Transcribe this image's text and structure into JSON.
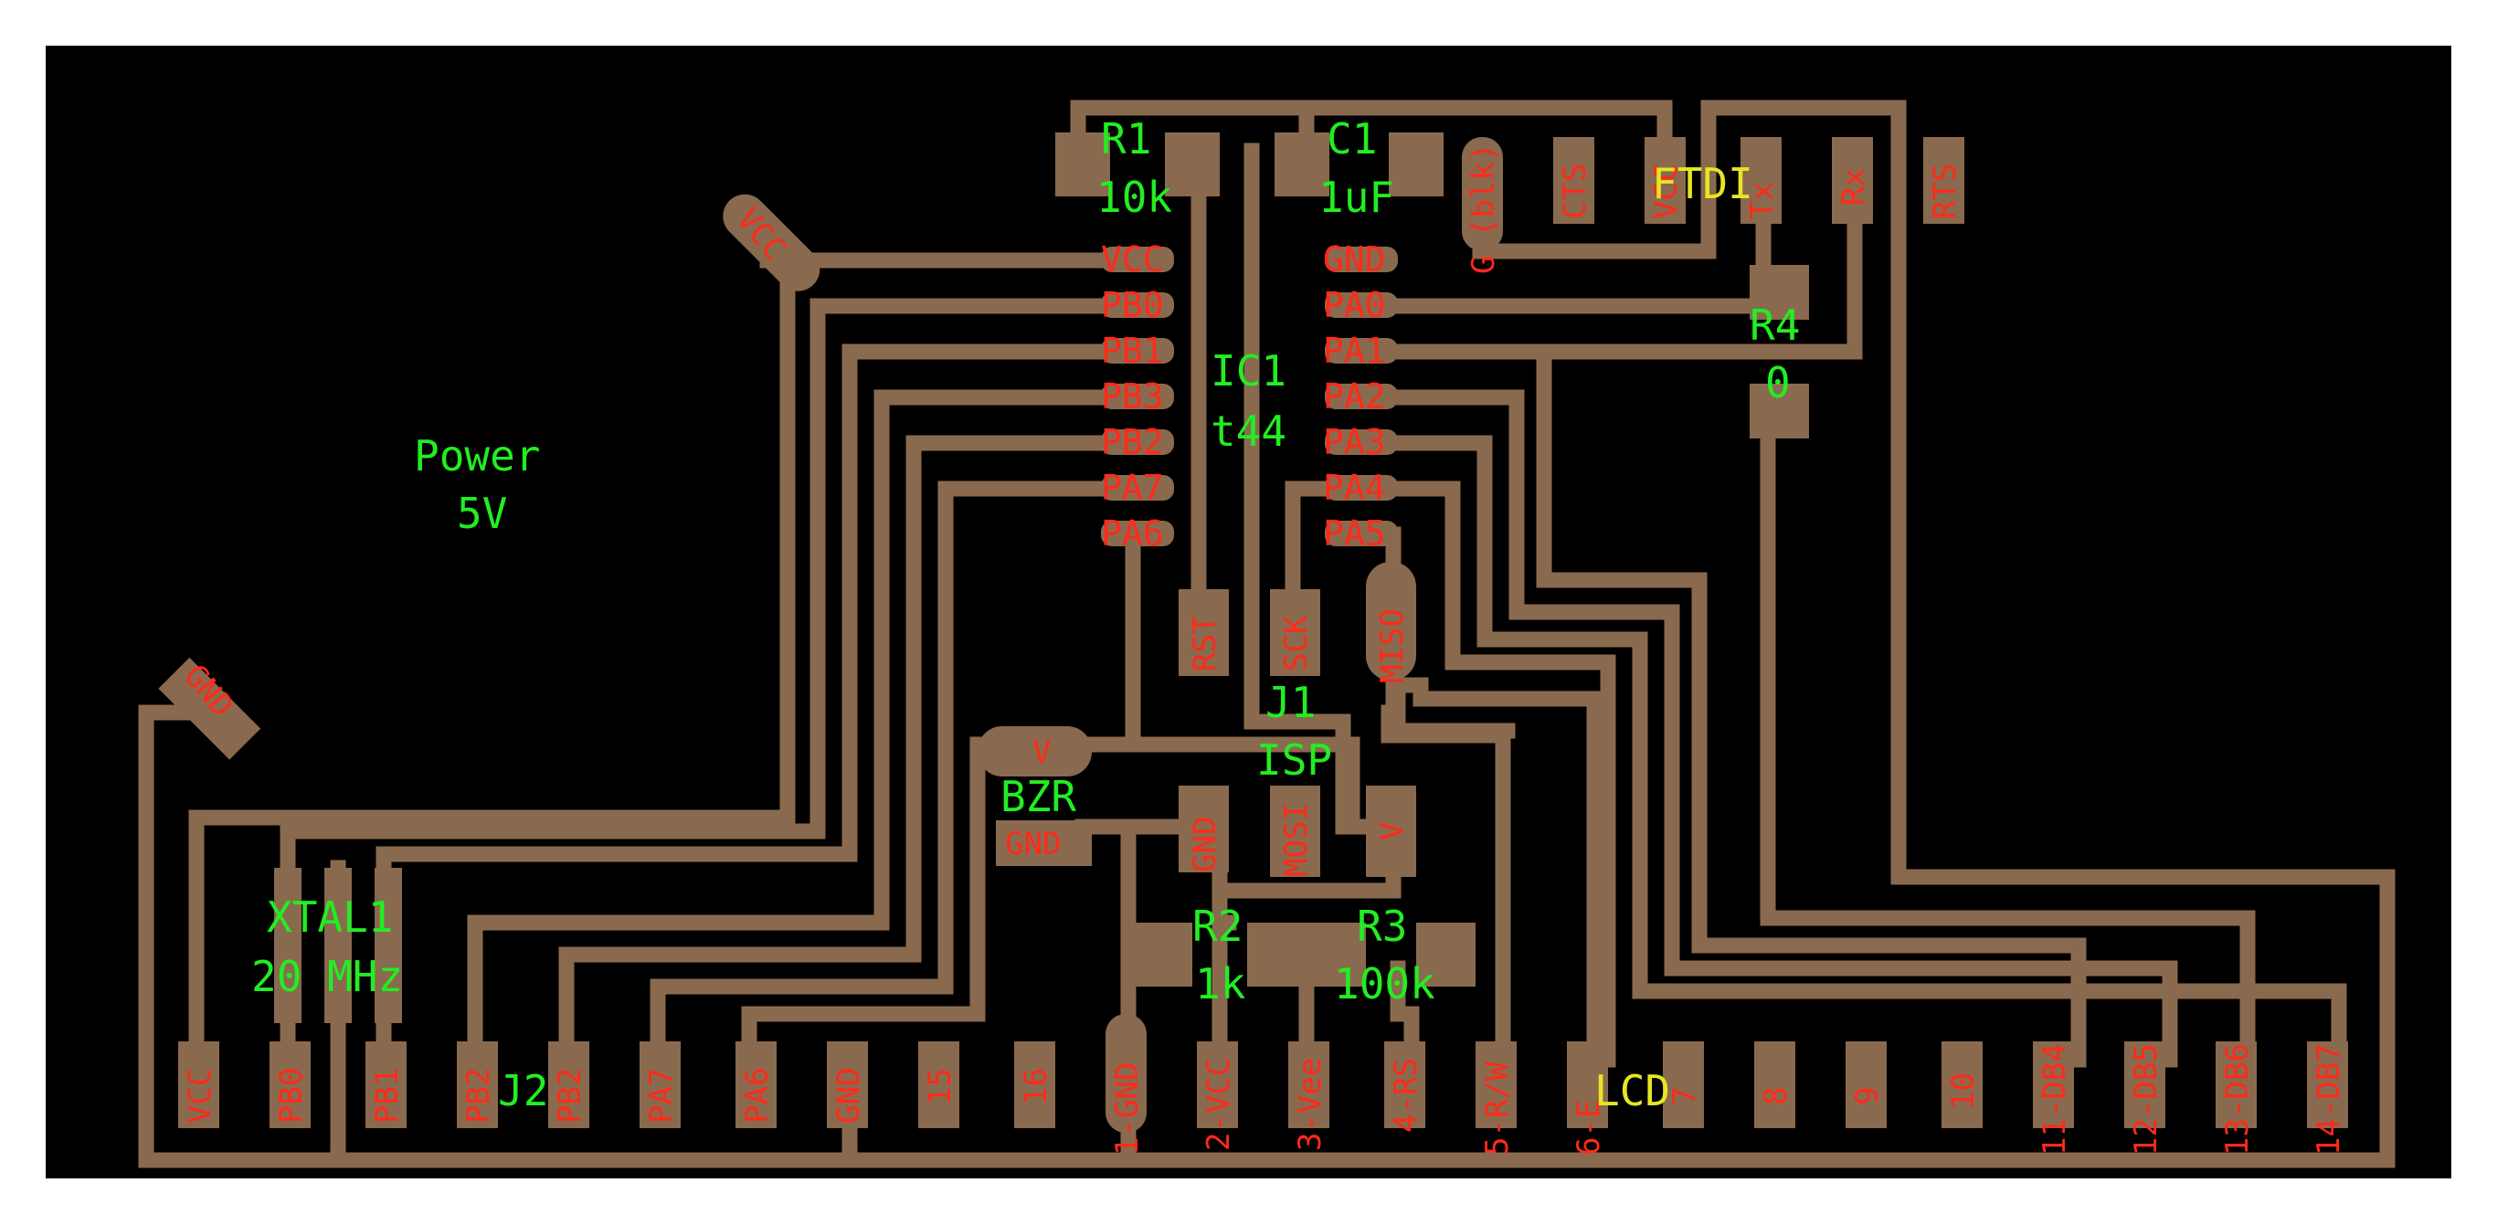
{
  "colors": {
    "board": "#000000",
    "copper": "#8a6a4e",
    "pad_label": "#ff2a1a",
    "silkscreen": "#22ee22",
    "silkscreen_alt": "#e6e622"
  },
  "components": {
    "R1": {
      "ref": "R1",
      "value": "10k"
    },
    "C1": {
      "ref": "C1",
      "value": "1uF"
    },
    "IC1": {
      "ref": "IC1",
      "value": "t44"
    },
    "R4": {
      "ref": "R4",
      "value": "0"
    },
    "J1": {
      "ref": "J1",
      "value": "ISP"
    },
    "BZR": {
      "ref": "BZR"
    },
    "XTAL1": {
      "ref": "XTAL1",
      "value": "20 MHz"
    },
    "R2": {
      "ref": "R2",
      "value": "1k"
    },
    "R3": {
      "ref": "R3",
      "value": "100k"
    },
    "J2": {
      "ref": "J2"
    },
    "LCD": {
      "ref": "LCD"
    },
    "FTDI": {
      "ref": "FTDI"
    },
    "power": {
      "line1": "Power",
      "line2": "5V"
    }
  },
  "ic_left_pins": [
    "VCC",
    "PB0",
    "PB1",
    "PB3",
    "PB2",
    "PA7",
    "PA6"
  ],
  "ic_right_pins": [
    "GND",
    "PA0",
    "PA1",
    "PA2",
    "PA3",
    "PA4",
    "PA5"
  ],
  "ftdi_pins": [
    "G (blk)",
    "CTS",
    "VCC",
    "Tx",
    "Rx",
    "RTS"
  ],
  "isp_pins": [
    "RST",
    "SCK",
    "MISO",
    "MOSI",
    "V",
    "GND"
  ],
  "bzr_pins": [
    "V",
    "GND"
  ],
  "power_pads": [
    "VCC",
    "GND"
  ],
  "bottom_pins": [
    "VCC",
    "PB0",
    "PB1",
    "PB2",
    "PB2",
    "PA7",
    "PA6",
    "GND",
    "15",
    "16",
    "1-GND",
    "2-VCC",
    "3-Vee",
    "4-RS",
    "5-R/W",
    "6-E",
    "7",
    "8",
    "9",
    "10",
    "11-DB4",
    "12-DB5",
    "13-DB6",
    "14-DB7"
  ]
}
